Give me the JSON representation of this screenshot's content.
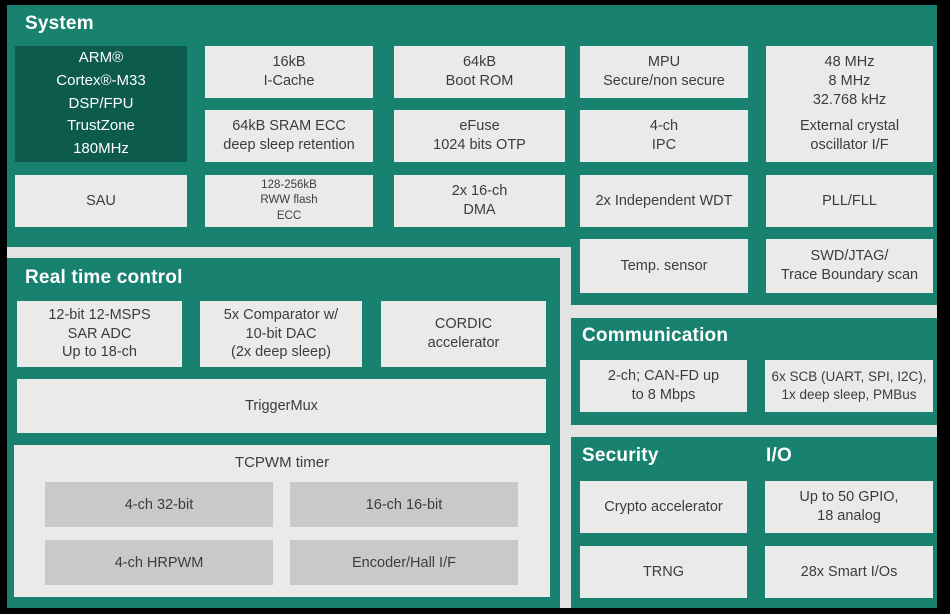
{
  "palette": {
    "frame_black": "#010101",
    "section_teal": "#18816f",
    "cpu_dark_teal": "#0d5b4d",
    "block_light": "#eaebe9",
    "block_gray": "#c9cac8",
    "gap_gray": "#e3e4e2",
    "text_dark": "#3c3c3c",
    "text_white": "#ffffff"
  },
  "system": {
    "title": "System",
    "blocks": {
      "arm": "ARM®\nCortex®-M33\nDSP/FPU\nTrustZone\n180MHz",
      "icache": "16kB\nI-Cache",
      "bootrom": "64kB\nBoot ROM",
      "mpu": "MPU\nSecure/non secure",
      "crystal_freqs": "48 MHz\n8 MHz\n32.768 kHz",
      "crystal_label": "External crystal\noscillator I/F",
      "sram": "64kB SRAM ECC\ndeep sleep retention",
      "efuse": "eFuse\n1024 bits OTP",
      "ipc": "4-ch\nIPC",
      "sau": "SAU",
      "flash": "128-256kB\nRWW flash\nECC",
      "dma": "2x 16-ch\nDMA",
      "wdt": "2x Independent WDT",
      "pll": "PLL/FLL",
      "temp": "Temp. sensor",
      "swd": "SWD/JTAG/\nTrace Boundary scan"
    }
  },
  "real_time_control": {
    "title": "Real time control",
    "blocks": {
      "adc": "12-bit 12-MSPS\nSAR ADC\nUp to 18-ch",
      "comparator": "5x Comparator w/\n10-bit DAC\n(2x deep sleep)",
      "cordic": "CORDIC\naccelerator",
      "triggermux": "TriggerMux"
    },
    "tcpwm": {
      "title": "TCPWM timer",
      "blocks": {
        "ch32": "4-ch 32-bit",
        "ch16": "16-ch 16-bit",
        "hrpwm": "4-ch HRPWM",
        "encoder": "Encoder/Hall I/F"
      }
    }
  },
  "communication": {
    "title": "Communication",
    "blocks": {
      "canfd": "2-ch; CAN-FD up\nto 8 Mbps",
      "scb": "6x SCB (UART, SPI, I2C),\n1x deep sleep, PMBus"
    }
  },
  "security": {
    "title": "Security",
    "blocks": {
      "crypto": "Crypto accelerator",
      "trng": "TRNG"
    }
  },
  "io": {
    "title": "I/O",
    "blocks": {
      "gpio": "Up to 50 GPIO,\n18 analog",
      "smartio": "28x Smart I/Os"
    }
  }
}
